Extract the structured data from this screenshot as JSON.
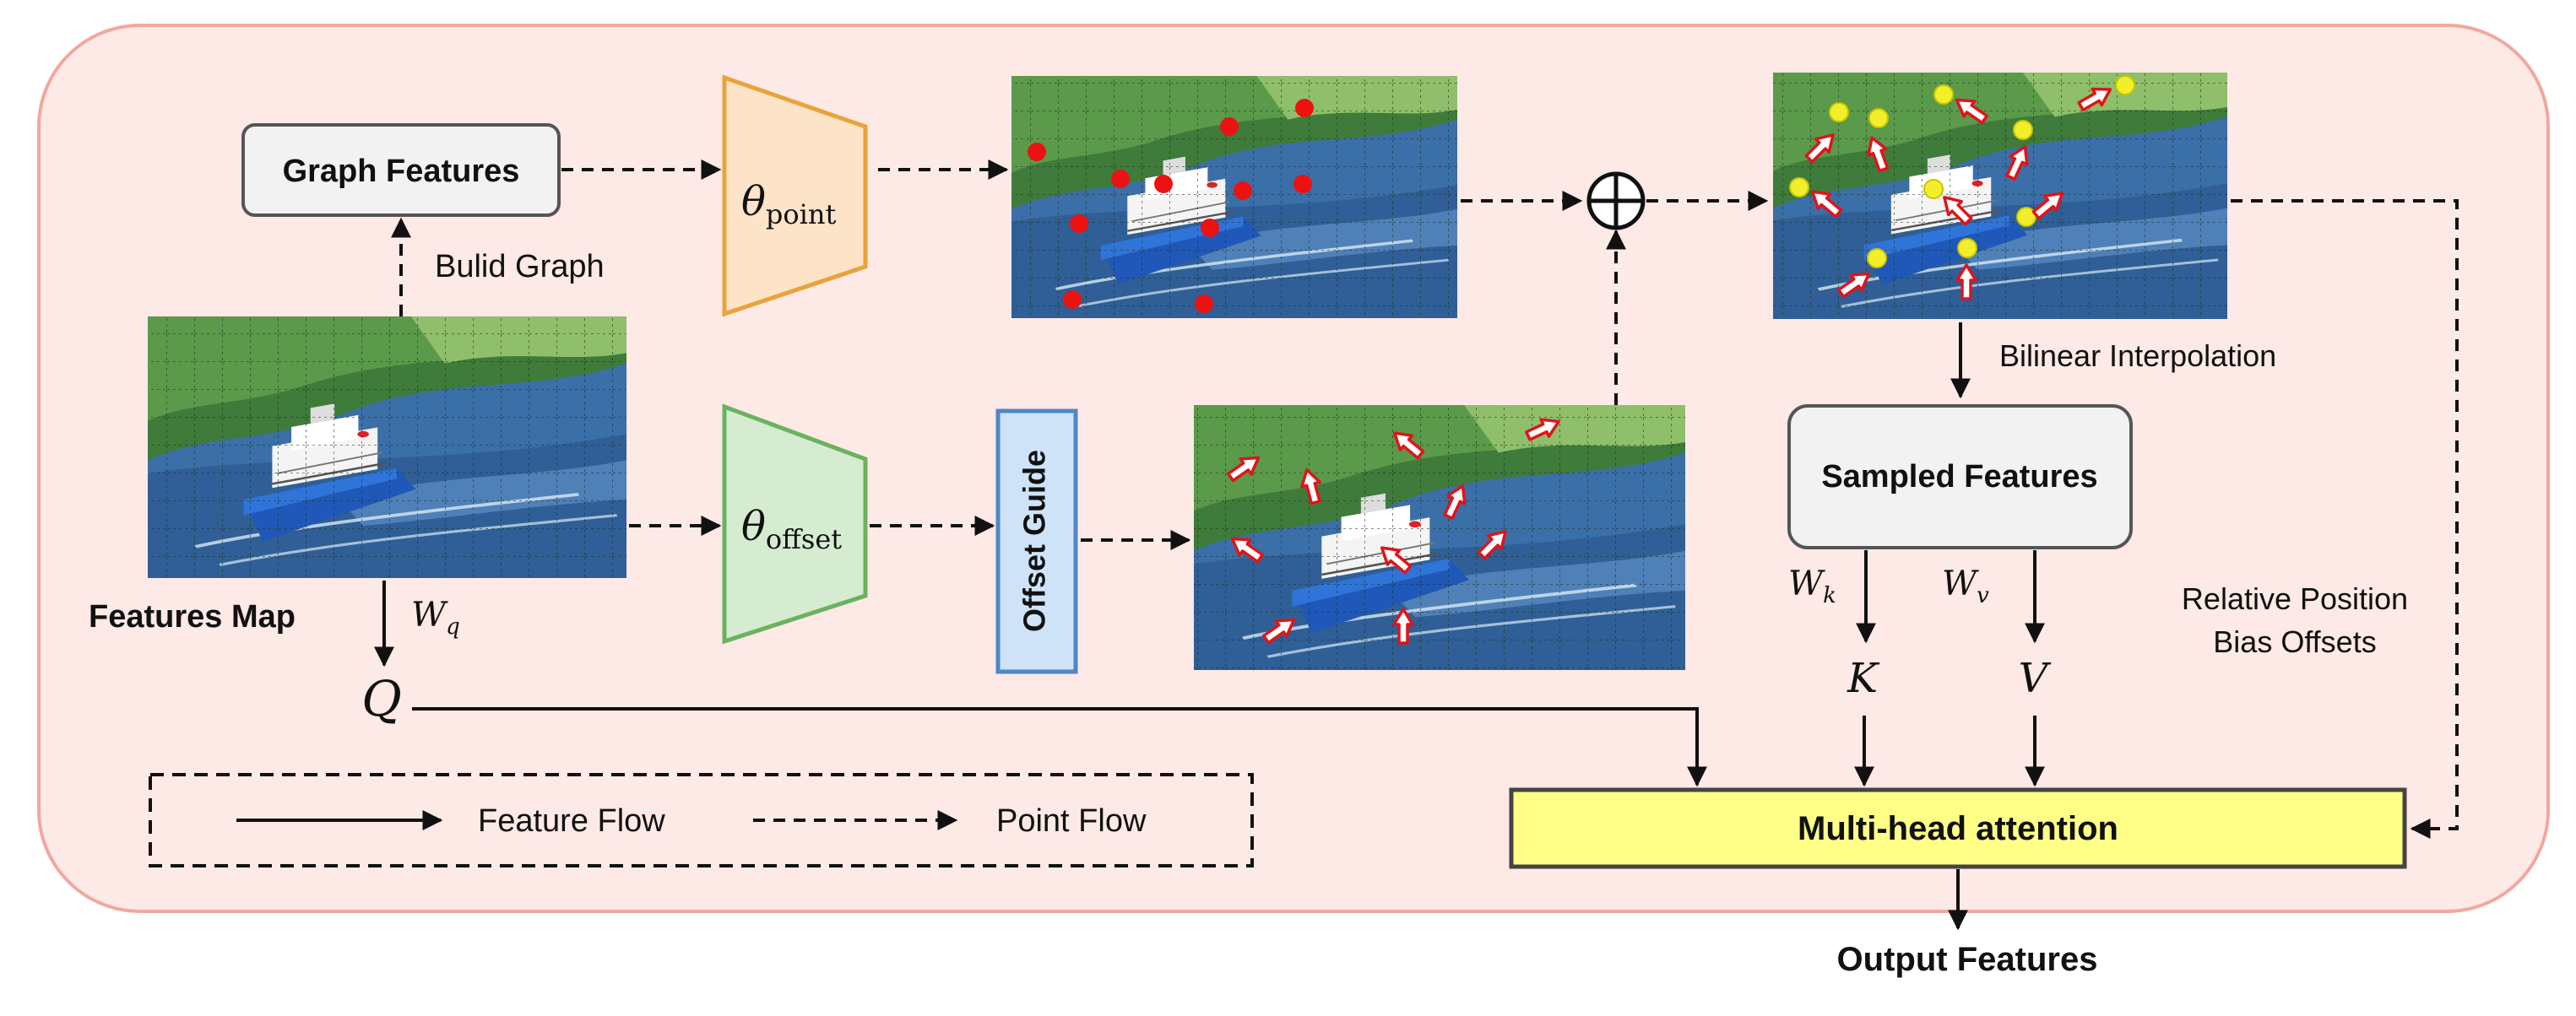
{
  "nodes": {
    "graph_features": "Graph Features",
    "sampled_features": "Sampled Features",
    "offset_guide": "Offset Guide",
    "multi_head_attention": "Multi-head attention",
    "features_map": "Features Map",
    "output_features": "Output Features"
  },
  "operators": {
    "theta_point": {
      "symbol": "θ",
      "subscript": "point"
    },
    "theta_offset": {
      "symbol": "θ",
      "subscript": "offset"
    },
    "sum": "⊕"
  },
  "edge_labels": {
    "build_graph": "Bulid Graph",
    "bilinear_interpolation": "Bilinear Interpolation",
    "relative_position_line1": "Relative Position",
    "relative_position_line2": "Bias Offsets"
  },
  "symbols": {
    "wq": {
      "base": "W",
      "sub": "q"
    },
    "wk": {
      "base": "W",
      "sub": "k"
    },
    "wv": {
      "base": "W",
      "sub": "v"
    },
    "q": "Q",
    "k": "K",
    "v": "V"
  },
  "legend": {
    "feature_flow": "Feature Flow",
    "point_flow": "Point Flow"
  },
  "colors": {
    "background_panel": "#fde9e6",
    "panel_border": "#f1a89e",
    "theta_point_fill": "#fde3c8",
    "theta_point_stroke": "#e8a33a",
    "theta_offset_fill": "#d5ecd0",
    "theta_offset_stroke": "#6bb25f",
    "offset_guide_fill": "#cfe3f8",
    "offset_guide_stroke": "#4f86c6",
    "attention_fill": "#ffff88",
    "box_fill": "#f2f2f2",
    "reference_point": "#ee1111",
    "sampled_point": "#f2ee2a"
  }
}
